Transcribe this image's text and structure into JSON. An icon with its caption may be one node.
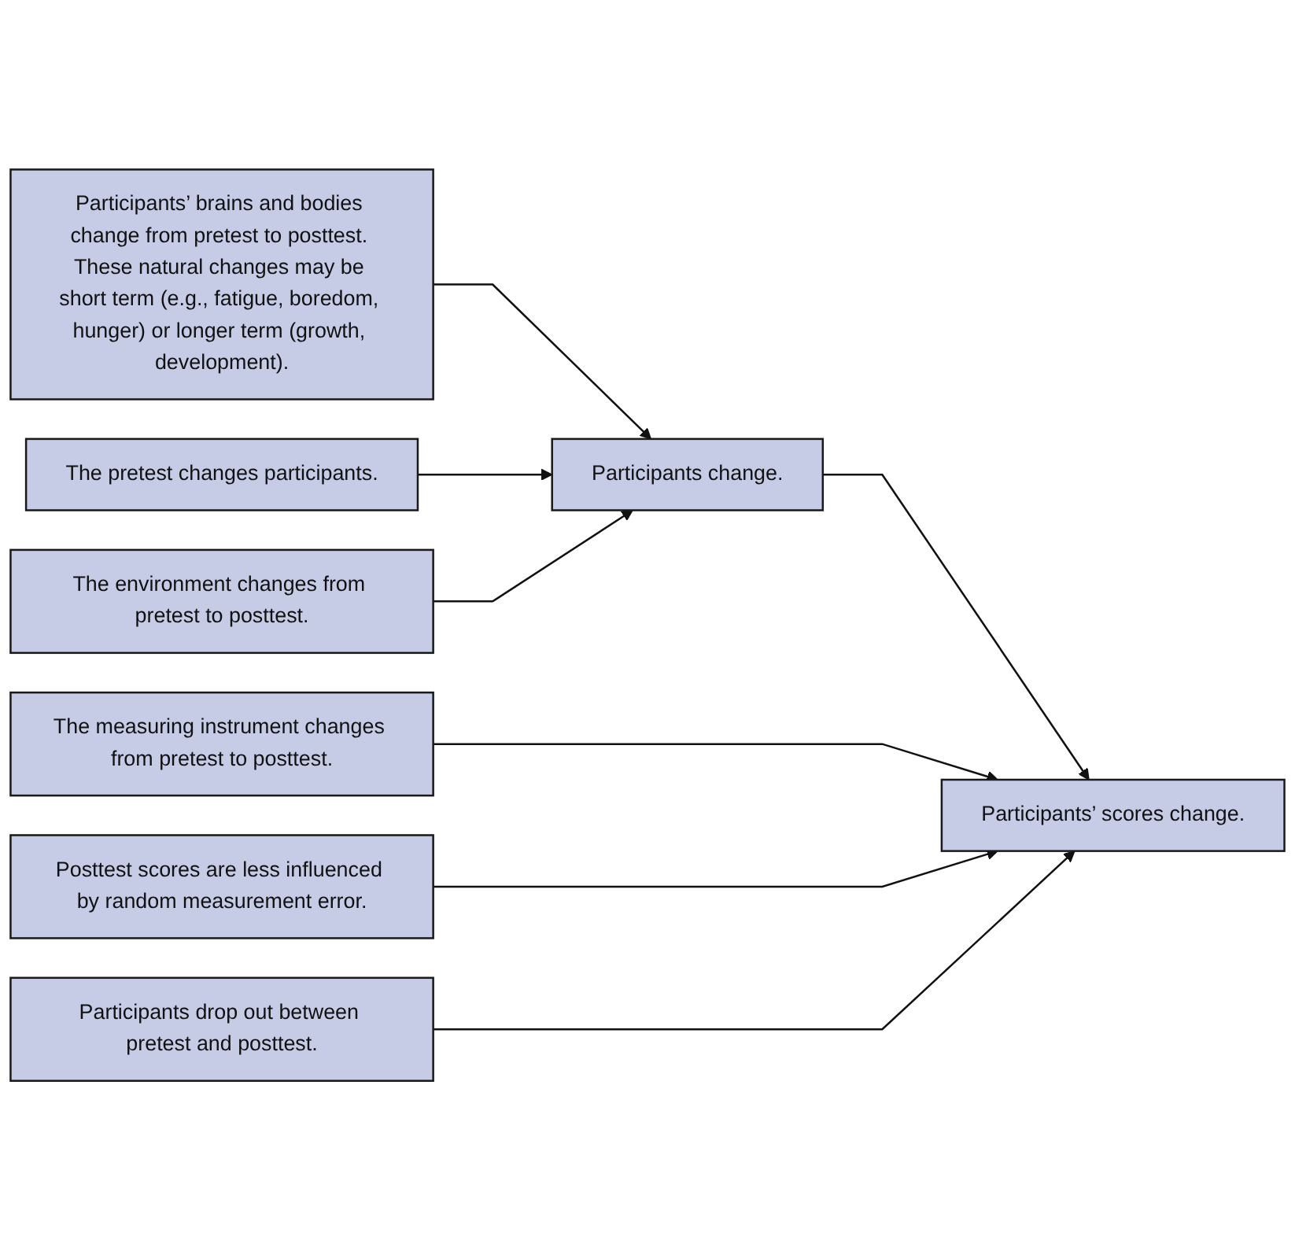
{
  "diagram": {
    "nodes": [
      {
        "text": [
          "Participants’ brains and bodies change from pretest to posttest. These natural changes may be short term (e.g., fatigue, boredom, hunger) or longer term (growth, development)."
        ]
      },
      {
        "text": [
          "The pretest changes participants."
        ]
      },
      {
        "text": [
          "The environment changes from pretest to posttest."
        ]
      },
      {
        "text": [
          "Participants change."
        ]
      },
      {
        "text": [
          "The measuring instrument changes from pretest to posttest."
        ]
      },
      {
        "text": [
          "Posttest scores are less influenced by random measurement error."
        ]
      },
      {
        "text": [
          "Participants drop out between pretest and posttest."
        ]
      },
      {
        "text": [
          "Participants’ scores change."
        ]
      }
    ],
    "edges": [
      {
        "from": 0,
        "to": 3,
        "arrow": "to"
      },
      {
        "from": 1,
        "to": 3,
        "arrow": "to"
      },
      {
        "from": 2,
        "to": 3,
        "arrow": "to"
      },
      {
        "from": 3,
        "to": 7,
        "arrow": "to"
      },
      {
        "from": 4,
        "to": 7,
        "arrow": "to"
      },
      {
        "from": 5,
        "to": 7,
        "arrow": "to"
      },
      {
        "from": 6,
        "to": 7,
        "arrow": "to"
      }
    ]
  }
}
